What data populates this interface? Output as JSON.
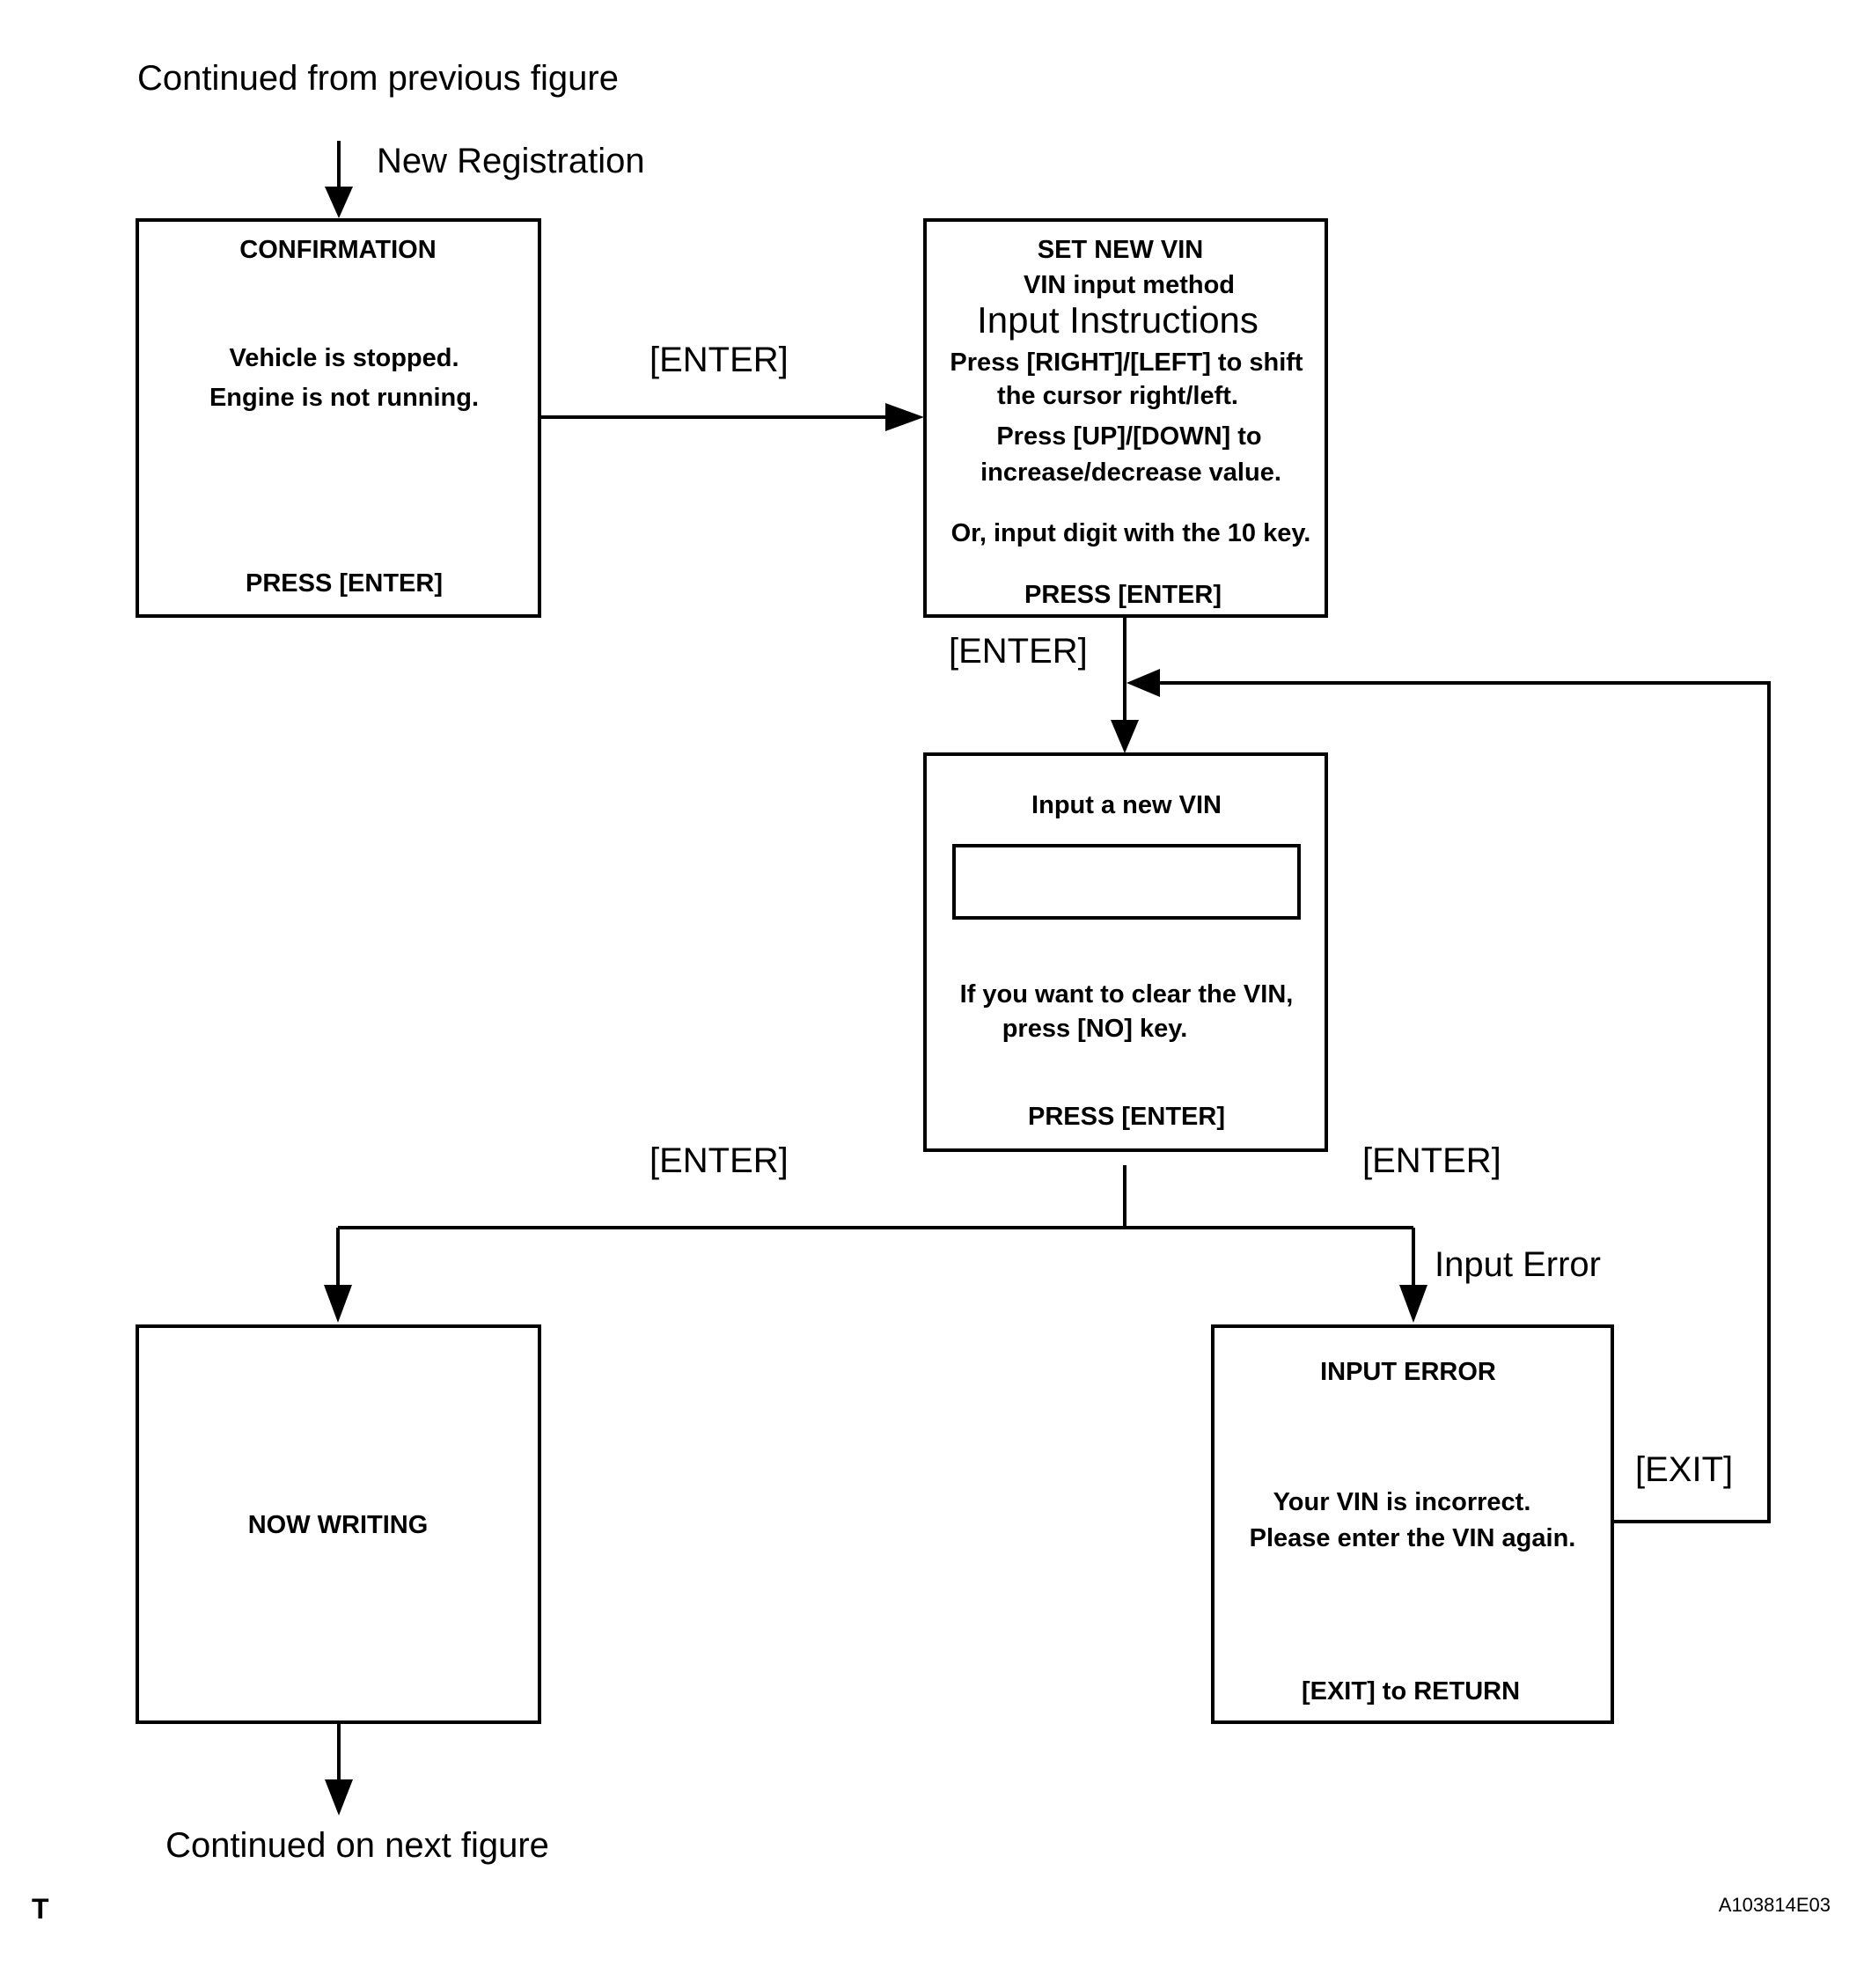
{
  "top_note": "Continued from previous figure",
  "bottom_note": "Continued on next figure",
  "footer": {
    "left_mark": "T",
    "figure_id": "A103814E03"
  },
  "edges": {
    "new_registration": "New Registration",
    "enter_to_set_vin": "[ENTER]",
    "enter_to_input": "[ENTER]",
    "enter_to_writing": "[ENTER]",
    "enter_to_error": "[ENTER]",
    "input_error": "Input Error",
    "exit_return": "[EXIT]"
  },
  "screens": {
    "confirmation": {
      "title": "CONFIRMATION",
      "line1": "Vehicle is stopped.",
      "line2": "Engine is not running.",
      "footer": "PRESS [ENTER]"
    },
    "set_new_vin": {
      "title": "SET NEW VIN",
      "subtitle": "VIN input method",
      "heading": "Input Instructions",
      "line1": "Press [RIGHT]/[LEFT] to shift",
      "line2": "the cursor right/left.",
      "line3": "Press [UP]/[DOWN]  to",
      "line4": "increase/decrease value.",
      "line5": "Or, input digit with the 10 key.",
      "footer": "PRESS [ENTER]"
    },
    "input_vin": {
      "title": "Input a new VIN",
      "field_value": "",
      "line1": "If you want to clear the VIN,",
      "line2": "press [NO] key.",
      "footer": "PRESS [ENTER]"
    },
    "now_writing": {
      "title": "NOW WRITING"
    },
    "input_error": {
      "title": "INPUT  ERROR",
      "line1": "Your VIN is incorrect.",
      "line2": "Please enter the VIN again.",
      "footer": "[EXIT] to RETURN"
    }
  }
}
